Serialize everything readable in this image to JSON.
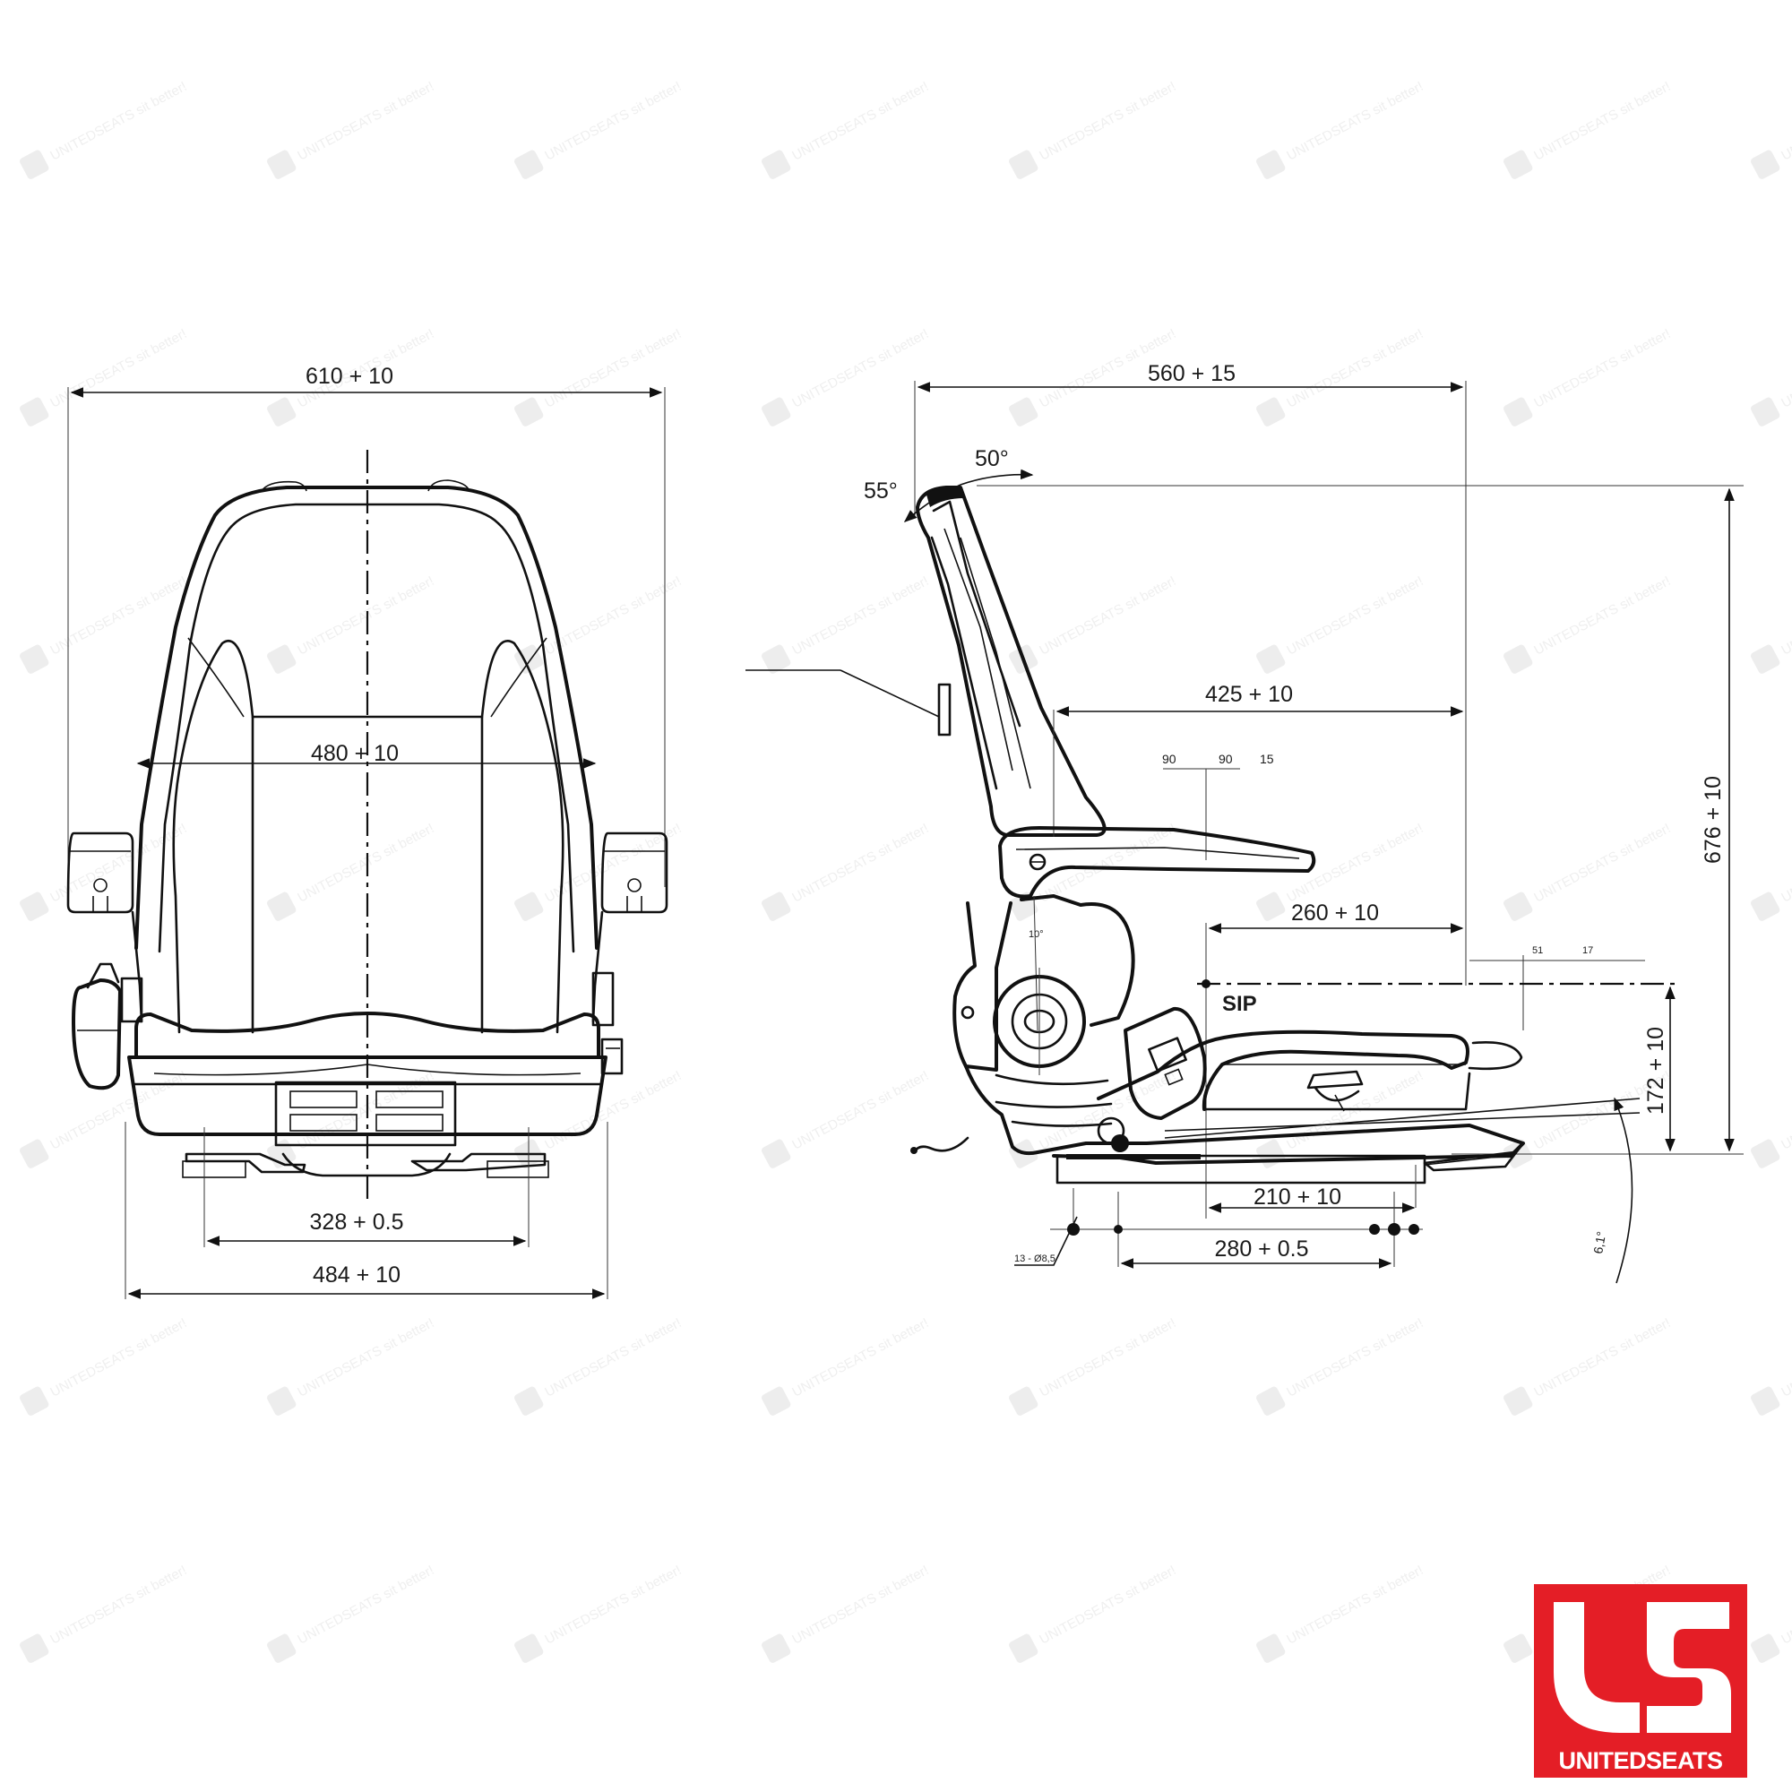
{
  "brand": {
    "name": "UNITEDSEATS",
    "mark": "US",
    "color": "#e41e26"
  },
  "watermark": {
    "text": "UNITEDSEATS sit better!"
  },
  "front_view": {
    "dims": {
      "overall_width": "610 + 10",
      "backrest_width": "480 + 10",
      "mounting_width": "328 + 0.5",
      "base_width": "484 + 10"
    }
  },
  "side_view": {
    "dims": {
      "overall_depth": "560 + 15",
      "armrest_reach": "425 + 10",
      "seat_depth": "260 + 10",
      "slide_length": "210 + 10",
      "mount_spacing": "280 + 0.5",
      "overall_height": "676 + 10",
      "sip_height": "172 + 10"
    },
    "angles": {
      "backrest_forward": "55°",
      "backrest_back": "50°",
      "tilt": "6,1°",
      "armrest": "10°"
    },
    "small_labels": {
      "arm_a": "90",
      "arm_b": "90",
      "arm_c": "15",
      "ref_a": "51",
      "ref_b": "17",
      "slots": "13 - Ø8,5"
    },
    "sip_label": "SIP"
  }
}
